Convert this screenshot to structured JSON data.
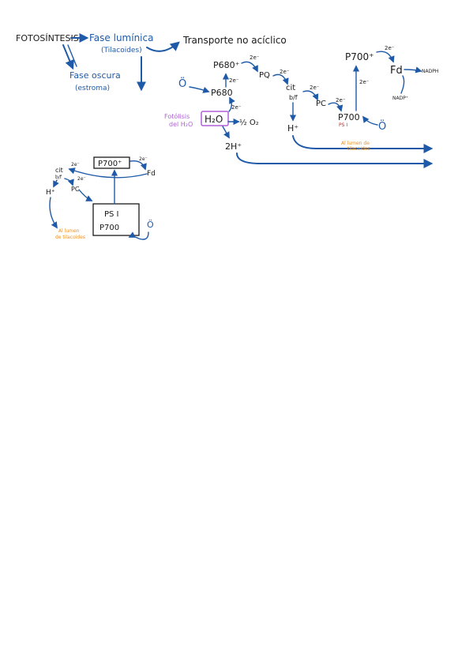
{
  "header": {
    "fotosintesis": "FOTOSÍNTESIS",
    "fase_luminica": "Fase lumínica",
    "tilacoides": "(Tilacoides)",
    "transporte_aciclico": "Transporte no acíclico",
    "fase_oscura": "Fase oscura",
    "estroma": "(estroma)"
  },
  "main": {
    "p680_plus": "P680⁺",
    "p680": "P680",
    "pq": "PQ",
    "cit": "cit",
    "bf": "b/f",
    "pc": "PC",
    "p700": "P700",
    "p700_plus": "P700⁺",
    "psi_label": "PS I",
    "fd": "Fd",
    "nadph": "NADPH",
    "nadp": "NADP⁺",
    "e_label": "2e⁻",
    "h2o": "H₂O",
    "half_o2": "½ O₂",
    "two_h": "2H⁺",
    "h_plus": "H⁺",
    "fotolisis_1": "Fotólisis",
    "fotolisis_2": "del H₂O",
    "lumen_1": "Al lumen de",
    "lumen_2": "tilacoides",
    "light": "Ö"
  },
  "cyclic": {
    "p700_plus": "P700⁺",
    "fd": "Fd",
    "cit": "cit",
    "bf": "b/f",
    "pc": "PC",
    "h_plus": "H⁺",
    "psi": "PS I",
    "p700": "P700",
    "e_label": "2e⁻",
    "lumen_1": "Al lumen",
    "lumen_2": "de tilacoides",
    "light": "Ö"
  },
  "colors": {
    "ink": "#1a1a1a",
    "blue": "#1f5aa8",
    "purple": "#b060d8",
    "orange": "#f09020",
    "red": "#d02020"
  }
}
